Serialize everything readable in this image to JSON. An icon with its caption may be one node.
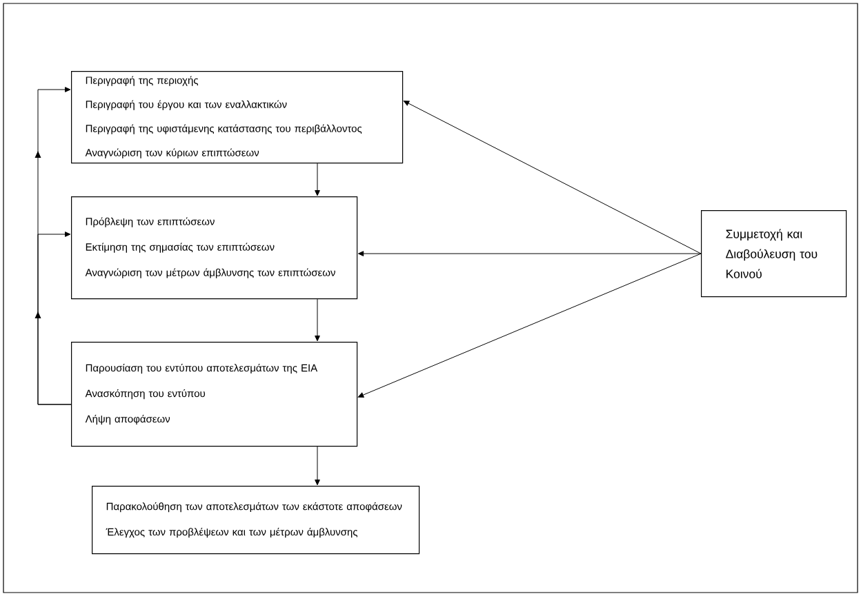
{
  "diagram": {
    "nodes": [
      {
        "text": [
          "Περιγραφή της περιοχής",
          "Περιγραφή του έργου και των εναλλακτικών",
          "Περιγραφή της υφιστάμενης κατάστασης του περιβάλλοντος",
          "Αναγνώριση των κύριων επιπτώσεων"
        ]
      },
      {
        "text": [
          "Πρόβλεψη των επιπτώσεων",
          "Εκτίμηση της σημασίας των επιπτώσεων",
          "Αναγνώριση των μέτρων άμβλυνσης των επιπτώσεων"
        ]
      },
      {
        "text": [
          "Παρουσίαση του εντύπου αποτελεσμάτων της ΕΙΑ",
          "Ανασκόπηση του εντύπου",
          "Λήψη αποφάσεων"
        ]
      },
      {
        "text": [
          "Παρακολούθηση των αποτελεσμάτων των εκάστοτε αποφάσεων",
          "Έλεγχος των προβλέψεων και των μέτρων άμβλυνσης"
        ]
      },
      {
        "text": [
          "Συμμετοχή και Διαβούλευση του Κοινού"
        ]
      }
    ],
    "edges": [
      {
        "from": 0,
        "to": 1,
        "arrow": "to"
      },
      {
        "from": 1,
        "to": 2,
        "arrow": "to"
      },
      {
        "from": 2,
        "to": 3,
        "arrow": "to"
      },
      {
        "from": 4,
        "to": 0,
        "arrow": "to"
      },
      {
        "from": 4,
        "to": 1,
        "arrow": "to"
      },
      {
        "from": 4,
        "to": 2,
        "arrow": "to"
      },
      {
        "from": 2,
        "to": 1,
        "arrow": "to"
      },
      {
        "from": 2,
        "to": 0,
        "arrow": "to"
      }
    ]
  }
}
